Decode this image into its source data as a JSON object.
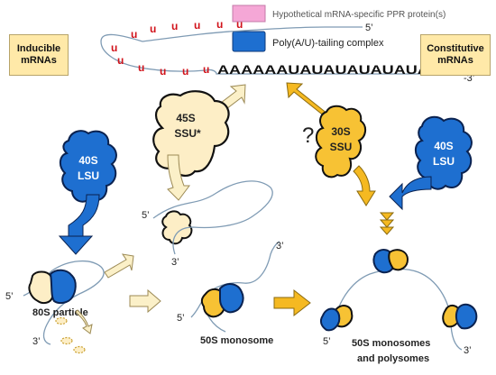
{
  "legend": {
    "ppr": {
      "label": "Hypothetical mRNA-specific PPR protein(s)",
      "color": "#f5a7d6"
    },
    "tailing": {
      "label": "Poly(A/U)-tailing complex",
      "color": "#1e6fd0"
    }
  },
  "boxes": {
    "inducible": "Inducible\nmRNAs",
    "constitutive": "Constitutive\nmRNAs"
  },
  "mrna": {
    "five_prime": "5’",
    "tail": "AAAAAAUAUAUAUAUAUAUAU",
    "three_prime": "-3’",
    "u_mark": "u"
  },
  "subunits": {
    "ssu45": {
      "line1": "45S",
      "line2": "SSU*",
      "color": "#fdeec6"
    },
    "ssu30": {
      "line1": "30S",
      "line2": "SSU",
      "color": "#f7c234"
    },
    "lsu_left": {
      "line1": "40S",
      "line2": "LSU",
      "color": "#1e6fd0"
    },
    "lsu_right": {
      "line1": "40S",
      "line2": "LSU",
      "color": "#1e6fd0"
    }
  },
  "question": "?",
  "labels": {
    "p80s": "80S particle",
    "m50s": "50S monosome",
    "poly_line1": "50S monosomes",
    "poly_line2": "and polysomes"
  },
  "ends": {
    "five": "5’",
    "three": "3’"
  },
  "colors": {
    "yellow_arrow": "#f5b921",
    "pale_arrow": "#fbf0c8",
    "blue_arrow": "#1e6fd0",
    "rna_line": "#7f9bb4",
    "u_red": "#d1131b"
  }
}
